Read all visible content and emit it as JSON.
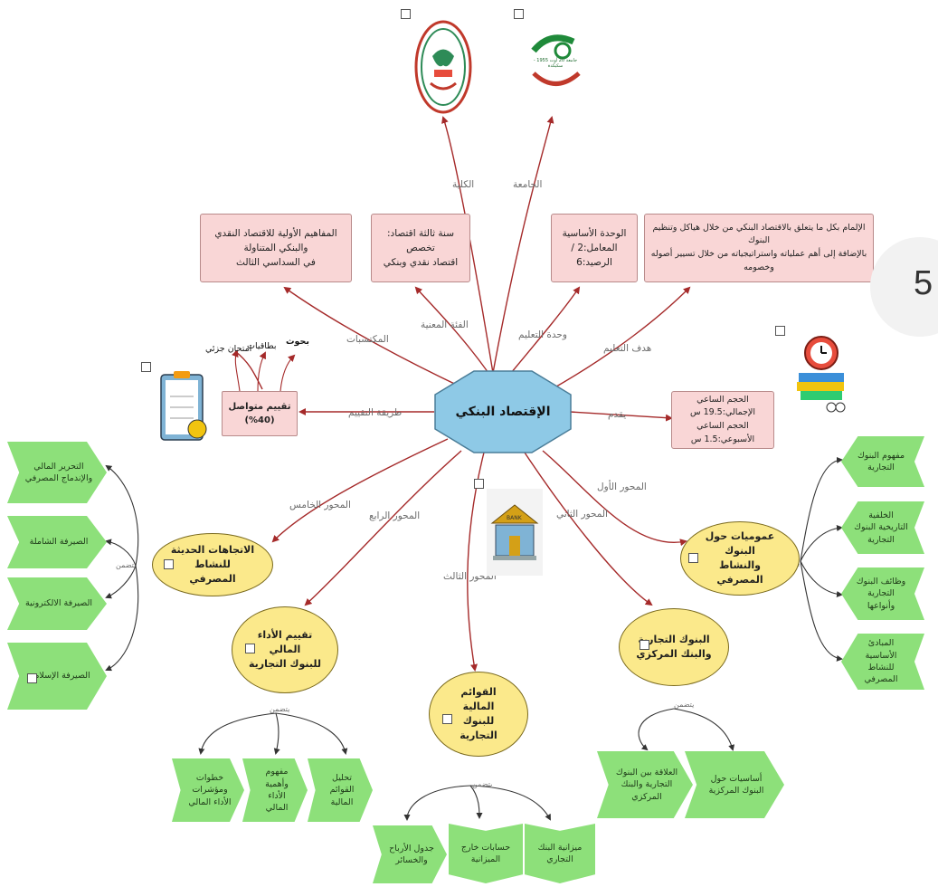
{
  "center": {
    "label": "الإقتصاد البنكي"
  },
  "logos": {
    "faculty_caption": "الكلية",
    "university_caption": "الجامعة",
    "university_logo_text": "جامعة 20 أوت 1955 - سكيكدة"
  },
  "top_boxes": [
    {
      "line1": "المفاهيم الأولية للاقتصاد النقدي والبنكي المتناولة",
      "line2": "في السداسي الثالث"
    },
    {
      "line1": "سنة ثالثة اقتصاد: تخصص",
      "line2": "اقتصاد نقدي وبنكي"
    },
    {
      "line1": "الوحدة الأساسية",
      "line2": "المعامل:2 /الرصيد:6"
    },
    {
      "line1": "الإلمام بكل ما يتعلق بالاقتصاد البنكي من خلال هياكل وتنظيم البنوك",
      "line2": "بالإضافة إلى أهم عملياته واستراتيجياته من خلال تسيير أصوله وخصومه"
    }
  ],
  "edge_labels": {
    "faculty": "الكلية",
    "university": "الجامعة",
    "acquired": "المكتسبات",
    "target": "الفئة المعنية",
    "unit": "وحدة التعليم",
    "goal": "هدف التعليم",
    "evaluation": "طريقة التقييم",
    "presented": "يقدم",
    "axis1": "المحور الأول",
    "axis2": "المحور الثاني",
    "axis3": "المحور الثالث",
    "axis4": "المحور الرابع",
    "axis5": "المحور الخامس",
    "includes": "يتضمن"
  },
  "evaluation": {
    "box": "تقييم متواصل (40%)",
    "items": [
      "بحوث",
      "بطاقيات",
      "امتحان جزئي"
    ]
  },
  "volume": {
    "line1": "الحجم الساعي الإجمالي:19.5 س",
    "line2": "الحجم الساعي الأسبوعي:1.5 س"
  },
  "page_number": "5",
  "axes": [
    {
      "title_l1": "عموميات حول البنوك",
      "title_l2": "والنشاط المصرفي",
      "items": [
        "مفهوم البنوك التجارية",
        "الخلفية التاريخية البنوك التجارية",
        "وظائف البنوك التجارية وأنواعها",
        "المبادئ الأساسية للنشاط المصرفي"
      ]
    },
    {
      "title_l1": "البنوك التجارية",
      "title_l2": "والبنك المركزي",
      "items": [
        "أساسيات حول البنوك المركزية",
        "العلاقة بين البنوك التجارية والبنك المركزي"
      ]
    },
    {
      "title_l1": "القوائم المالية",
      "title_l2": "للبنوك التجارية",
      "items": [
        "ميزانية البنك التجاري",
        "حسابات خارج الميزانية",
        "جدول الأرباح والخسائر"
      ]
    },
    {
      "title_l1": "تقييم الأداء المالي",
      "title_l2": "للبنوك التجارية",
      "items": [
        "تحليل القوائم المالية",
        "مفهوم وأهمية الأداء المالي",
        "خطوات ومؤشرات الأداء المالي"
      ]
    },
    {
      "title_l1": "الاتجاهات الحديثة للنشاط",
      "title_l2": "المصرفي",
      "items": [
        "التحرير المالي والإندماج المصرفي",
        "الصيرفة الشاملة",
        "الصيرفة الالكترونية",
        "الصيرفة الإسلامية"
      ]
    }
  ],
  "colors": {
    "edge": "#a52a2a",
    "pink": "#f9d6d6",
    "yellow": "#fbe98b",
    "green": "#8de07a",
    "center": "#8ec9e6"
  }
}
